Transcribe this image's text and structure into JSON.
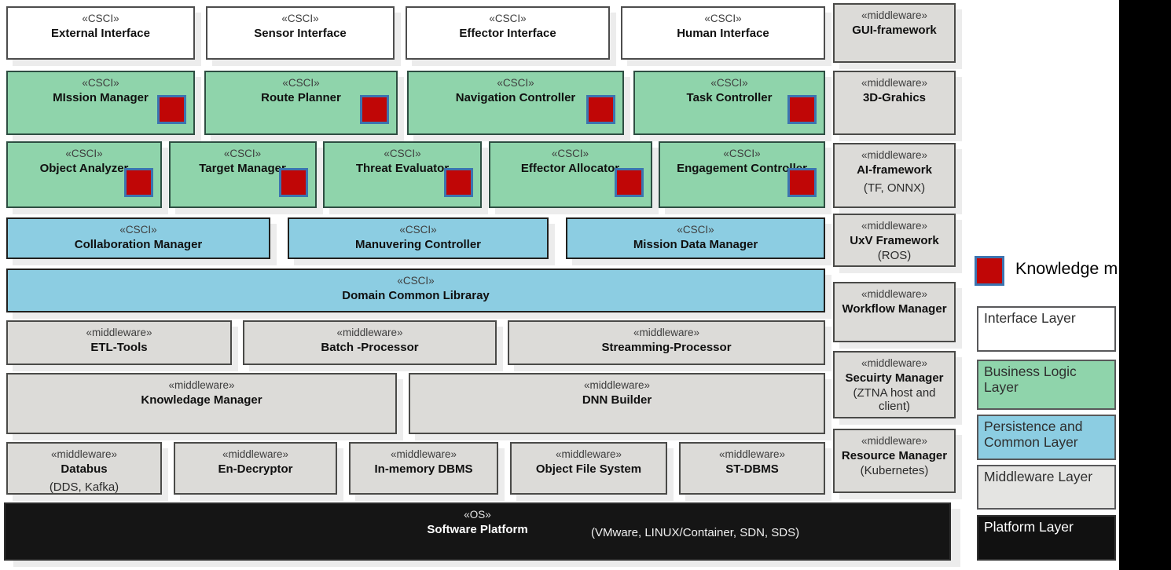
{
  "palette": {
    "business_green": "#8fd4ab",
    "persistence_blue": "#8ccde2",
    "middleware_gray": "#dcdbd8",
    "platform_black": "#151515",
    "marker_red": "#c00606",
    "marker_border_blue": "#3c74b0",
    "shadow_gray": "#ececec"
  },
  "rows": {
    "interface": {
      "boxes": [
        {
          "stereotype": "«CSCI»",
          "name": "External Interface"
        },
        {
          "stereotype": "«CSCI»",
          "name": "Sensor Interface"
        },
        {
          "stereotype": "«CSCI»",
          "name": "Effector Interface"
        },
        {
          "stereotype": "«CSCI»",
          "name": "Human Interface"
        }
      ]
    },
    "business1": {
      "boxes": [
        {
          "stereotype": "«CSCI»",
          "name": "MIssion Manager"
        },
        {
          "stereotype": "«CSCI»",
          "name": "Route Planner"
        },
        {
          "stereotype": "«CSCI»",
          "name": "Navigation Controller"
        },
        {
          "stereotype": "«CSCI»",
          "name": "Task Controller"
        }
      ]
    },
    "business2": {
      "boxes": [
        {
          "stereotype": "«CSCI»",
          "name": "Object Analyzer"
        },
        {
          "stereotype": "«CSCI»",
          "name": "Target Manager"
        },
        {
          "stereotype": "«CSCI»",
          "name": "Threat Evaluator"
        },
        {
          "stereotype": "«CSCI»",
          "name": "Effector Allocator"
        },
        {
          "stereotype": "«CSCI»",
          "name": "Engagement Controller"
        }
      ]
    },
    "persistence": {
      "boxes": [
        {
          "stereotype": "«CSCI»",
          "name": "Collaboration Manager"
        },
        {
          "stereotype": "«CSCI»",
          "name": "Manuvering Controller"
        },
        {
          "stereotype": "«CSCI»",
          "name": "Mission Data Manager"
        }
      ]
    },
    "domain": {
      "stereotype": "«CSCI»",
      "name": "Domain Common Libraray"
    },
    "mw1": {
      "boxes": [
        {
          "stereotype": "«middleware»",
          "name": "ETL-Tools"
        },
        {
          "stereotype": "«middleware»",
          "name": "Batch -Processor"
        },
        {
          "stereotype": "«middleware»",
          "name": "Streamming-Processor"
        }
      ]
    },
    "mw2": {
      "boxes": [
        {
          "stereotype": "«middleware»",
          "name": "Knowledage Manager"
        },
        {
          "stereotype": "«middleware»",
          "name": "DNN Builder"
        }
      ]
    },
    "mw3": {
      "boxes": [
        {
          "stereotype": "«middleware»",
          "name": "Databus",
          "sub": "(DDS, Kafka)"
        },
        {
          "stereotype": "«middleware»",
          "name": "En-Decryptor"
        },
        {
          "stereotype": "«middleware»",
          "name": "In-memory DBMS"
        },
        {
          "stereotype": "«middleware»",
          "name": "Object File System"
        },
        {
          "stereotype": "«middleware»",
          "name": "ST-DBMS"
        }
      ]
    },
    "platform": {
      "stereotype": "«OS»",
      "name": "Software Platform",
      "sub": "(VMware, LINUX/Container, SDN, SDS)"
    }
  },
  "right_column": {
    "boxes": [
      {
        "stereotype": "«middleware»",
        "name": "GUI-framework"
      },
      {
        "stereotype": "«middleware»",
        "name": "3D-Grahics"
      },
      {
        "stereotype": "«middleware»",
        "name": "AI-framework",
        "sub": "(TF, ONNX)"
      },
      {
        "stereotype": "«middleware»",
        "name": "UxV Framework",
        "sub": "(ROS)"
      },
      {
        "stereotype": "«middleware»",
        "name": "Workflow Manager"
      },
      {
        "stereotype": "«middleware»",
        "name": "Secuirty Manager",
        "sub": "(ZTNA host and client)"
      },
      {
        "stereotype": "«middleware»",
        "name": "Resource Manager",
        "sub": "(Kubernetes)"
      }
    ]
  },
  "legend": {
    "marker_label": "Knowledge m",
    "items": [
      {
        "label": "Interface Layer"
      },
      {
        "label": "Business Logic Layer"
      },
      {
        "label": "Persistence and Common Layer"
      },
      {
        "label": "Middleware Layer"
      },
      {
        "label": "Platform Layer"
      }
    ]
  }
}
